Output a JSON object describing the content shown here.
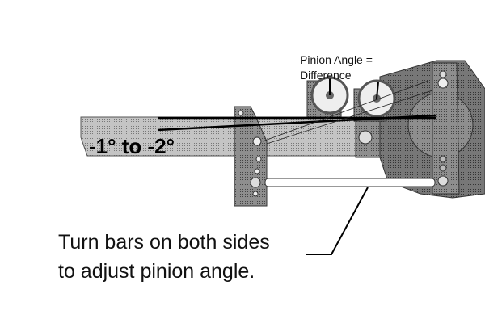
{
  "labels": {
    "pinion_angle_line1": "Pinion Angle =",
    "pinion_angle_line2": "Difference",
    "angle_range": "-1° to -2°",
    "instruction_line1": "Turn bars on both sides",
    "instruction_line2": "to adjust pinion angle."
  },
  "colors": {
    "tube": "#b4b4b4",
    "bracket": "#8a8a8a",
    "housing": "#6f6f6f",
    "line": "#000000"
  }
}
